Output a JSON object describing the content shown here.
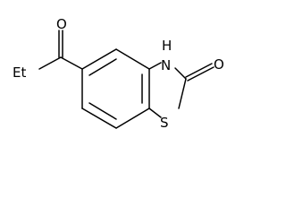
{
  "structure": {
    "labels": {
      "ethyl": "Et",
      "ketone_oxygen": "O",
      "nitrogen_hydrogen": "H",
      "nitrogen": "N",
      "carbonyl_oxygen": "O",
      "sulfur": "S"
    }
  }
}
